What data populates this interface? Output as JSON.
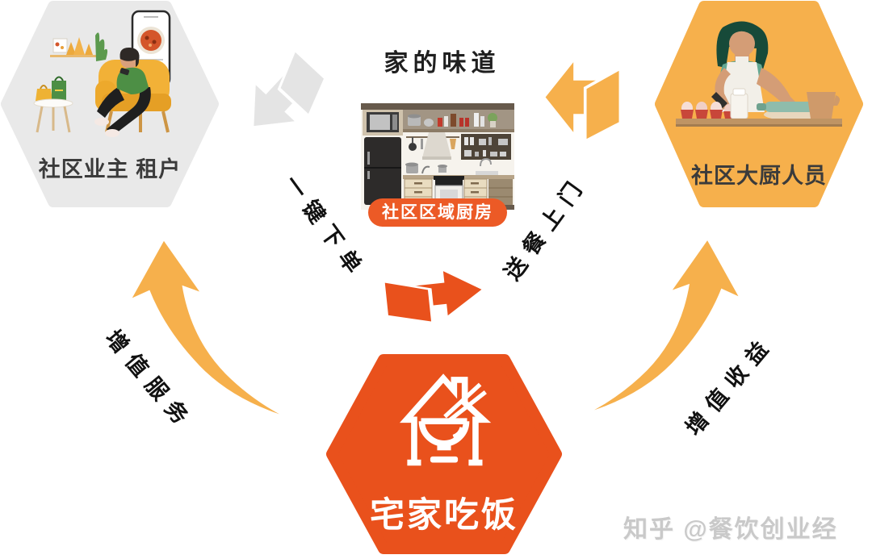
{
  "diagram": {
    "heading": "家的味道",
    "kitchen_badge": "社区区域厨房"
  },
  "nodes": {
    "residents": {
      "label": "社区业主 租户"
    },
    "chefs": {
      "label": "社区大厨人员"
    },
    "platform": {
      "name": "宅家吃饭"
    }
  },
  "flows": {
    "order": {
      "label": "一键下单"
    },
    "delivery": {
      "label": "送餐上门"
    },
    "service": {
      "label": "增值服务"
    },
    "revenue": {
      "label": "增值收益"
    }
  },
  "watermark": "知乎 @餐饮创业经",
  "colors": {
    "residents_hexagon": "#e9e9e9",
    "chefs_hexagon": "#f6b04c",
    "platform_hexagon": "#e9511c",
    "kitchen_badge": "#ec5a26",
    "growth_arrow": "#f6b04c",
    "gray_arrow": "#e4e4e4",
    "text_dark": "#3b3b3b",
    "watermark_gray": "#c9c9c9"
  }
}
